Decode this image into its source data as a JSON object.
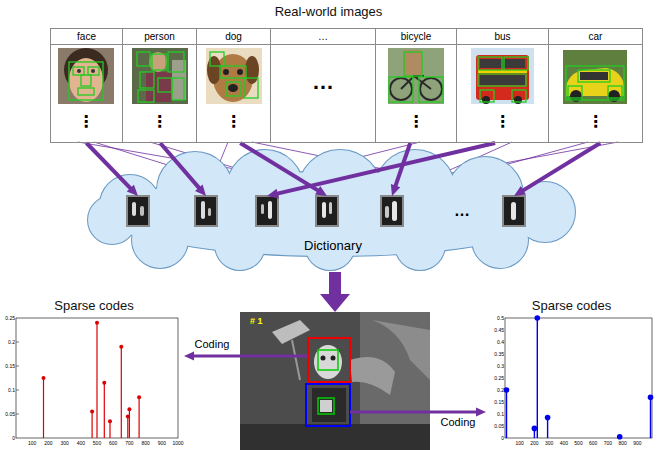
{
  "diagram": {
    "title": "Real-world images",
    "nodes": [
      {
        "text": [
          "face"
        ]
      },
      {
        "text": [
          "person"
        ]
      },
      {
        "text": [
          "dog"
        ]
      },
      {
        "text": [
          "…",
          "…"
        ]
      },
      {
        "text": [
          "bicycle"
        ]
      },
      {
        "text": [
          "bus"
        ]
      },
      {
        "text": [
          "car"
        ]
      },
      {
        "text": [
          "…",
          "Dictionary"
        ]
      },
      {
        "text": [
          "# 1"
        ]
      },
      {
        "text": [
          "Sparse codes"
        ]
      },
      {
        "text": [
          "Sparse codes"
        ]
      }
    ],
    "edges": [
      {
        "from": 0,
        "to": 7,
        "arrow": "to"
      },
      {
        "from": 1,
        "to": 7,
        "arrow": "to"
      },
      {
        "from": 2,
        "to": 7,
        "arrow": "to"
      },
      {
        "from": 4,
        "to": 7,
        "arrow": "to"
      },
      {
        "from": 5,
        "to": 7,
        "arrow": "to"
      },
      {
        "from": 6,
        "to": 7,
        "arrow": "to"
      },
      {
        "from": 7,
        "to": 8,
        "arrow": "to"
      },
      {
        "from": 8,
        "to": 9,
        "label": "Coding",
        "arrow": "to"
      },
      {
        "from": 8,
        "to": 10,
        "label": "Coding",
        "arrow": "to"
      }
    ],
    "labels": [
      "⋮",
      "⋮",
      "⋮",
      "⋮",
      "⋮",
      "⋮",
      "0",
      "0.05",
      "0.1",
      "0.15",
      "0.2",
      "0.25",
      "100",
      "200",
      "300",
      "400",
      "500",
      "600",
      "700",
      "800",
      "900",
      "1000",
      "0",
      "0.05",
      "0.1",
      "0.15",
      "0.2",
      "0.25",
      "0.3",
      "0.35",
      "0.4",
      "0.45",
      "0.5",
      "100",
      "200",
      "300",
      "400",
      "500",
      "600",
      "700",
      "800",
      "900"
    ]
  }
}
